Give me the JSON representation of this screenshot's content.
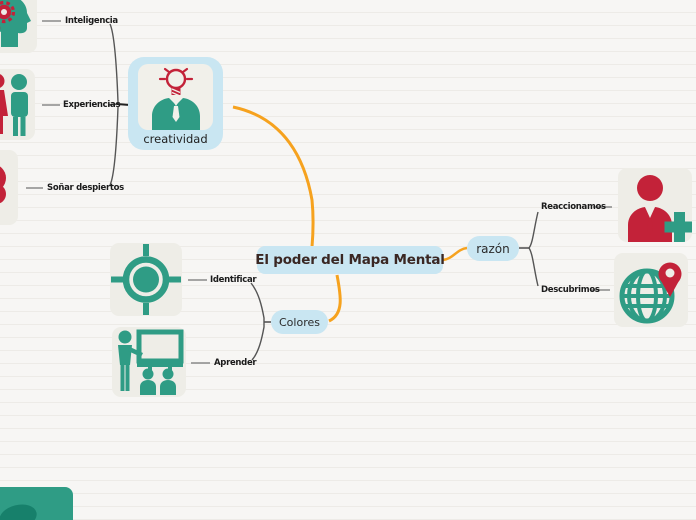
{
  "app": {
    "view": "mind-map-canvas"
  },
  "colors": {
    "canvas_bg": "#f7f6f4",
    "rule_line": "#edebe7",
    "node_bg": "#c9e6f2",
    "icon_tile_bg": "#eeede7",
    "teal": "#2f9c85",
    "red": "#c32239",
    "orange": "#f6a21e",
    "branch_line": "#6b6b6b",
    "root_text": "#3a2723"
  },
  "root": {
    "label": "El poder del Mapa Mental"
  },
  "branches": {
    "creatividad": {
      "label": "creatividad",
      "icon": "idea-person-icon",
      "children": {
        "inteligencia": {
          "label": "Inteligencia",
          "icon": "head-gears-icon"
        },
        "experiencias": {
          "label": "Experiencias",
          "icon": "two-people-icon"
        },
        "sonar": {
          "label": "Soñar despiertos",
          "icon": "red-figure-icon"
        }
      }
    },
    "razon": {
      "label": "razón",
      "children": {
        "reaccionamos": {
          "label": "Reaccionamos",
          "icon": "person-plus-icon"
        },
        "descubrimos": {
          "label": "Descubrimos",
          "icon": "globe-pin-icon"
        }
      }
    },
    "colores": {
      "label": "Colores",
      "children": {
        "identificar": {
          "label": "Identificar",
          "icon": "target-icon"
        },
        "aprender": {
          "label": "Aprender",
          "icon": "presentation-icon"
        }
      }
    }
  }
}
